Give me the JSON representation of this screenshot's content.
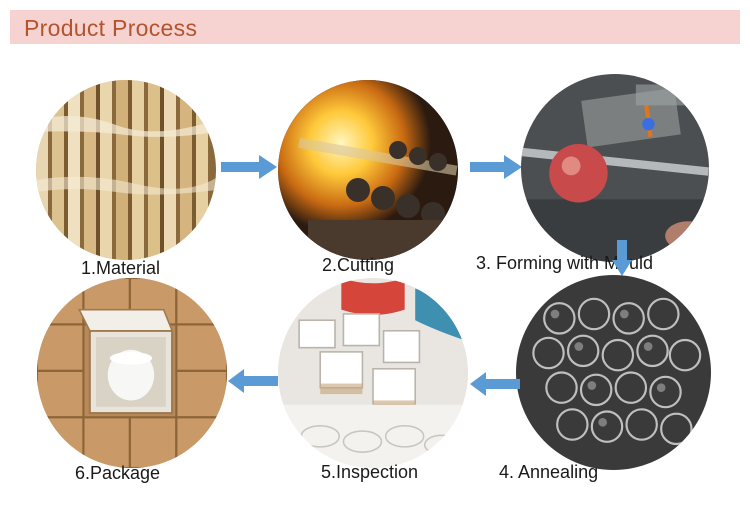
{
  "header": {
    "title": "Product Process"
  },
  "steps": [
    {
      "label": "1.Material",
      "photo": "material-photo"
    },
    {
      "label": "2.Cutting",
      "photo": "cutting-photo"
    },
    {
      "label": "3. Forming with Mould",
      "photo": "forming-photo"
    },
    {
      "label": "4. Annealing",
      "photo": "annealing-photo"
    },
    {
      "label": "5.Inspection",
      "photo": "inspection-photo"
    },
    {
      "label": "6.Package",
      "photo": "package-photo"
    }
  ],
  "colors": {
    "header_bg": "#f6d3d0",
    "header_text": "#b3542f",
    "arrow": "#5b9bd5"
  }
}
